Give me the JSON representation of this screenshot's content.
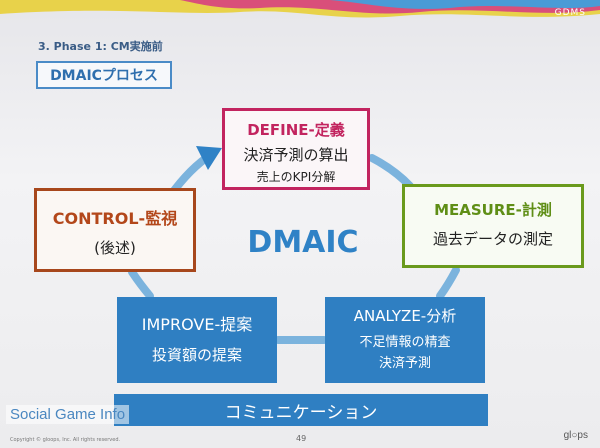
{
  "header": {
    "brand": "GDMS",
    "phase_title": "3. Phase 1: CM実施前",
    "process_label": "DMAICプロセス"
  },
  "define": {
    "title": "DEFINE-定義",
    "line1": "決済予測の算出",
    "line2": "売上のKPI分解"
  },
  "measure": {
    "title": "MEASURE-計測",
    "line1": "過去データの測定"
  },
  "analyze": {
    "title": "ANALYZE-分析",
    "line1": "不足情報の精査",
    "line2": "決済予測"
  },
  "improve": {
    "title": "IMPROVE-提案",
    "line1": "投資額の提案"
  },
  "control": {
    "title": "CONTROL-監視",
    "line1": "(後述)"
  },
  "center_label": "DMAIC",
  "communication": "コミュニケーション",
  "watermark": "Social Game Info",
  "footer": {
    "page_number": "49",
    "copyright": "Copyright © gloops, Inc. All rights reserved.",
    "logo": "gl○ps"
  },
  "colors": {
    "define": "#c2245f",
    "measure": "#6a9a1c",
    "control": "#a7471c",
    "blue": "#2f7fc2",
    "cycle_arrow": "#7bb3dd"
  }
}
